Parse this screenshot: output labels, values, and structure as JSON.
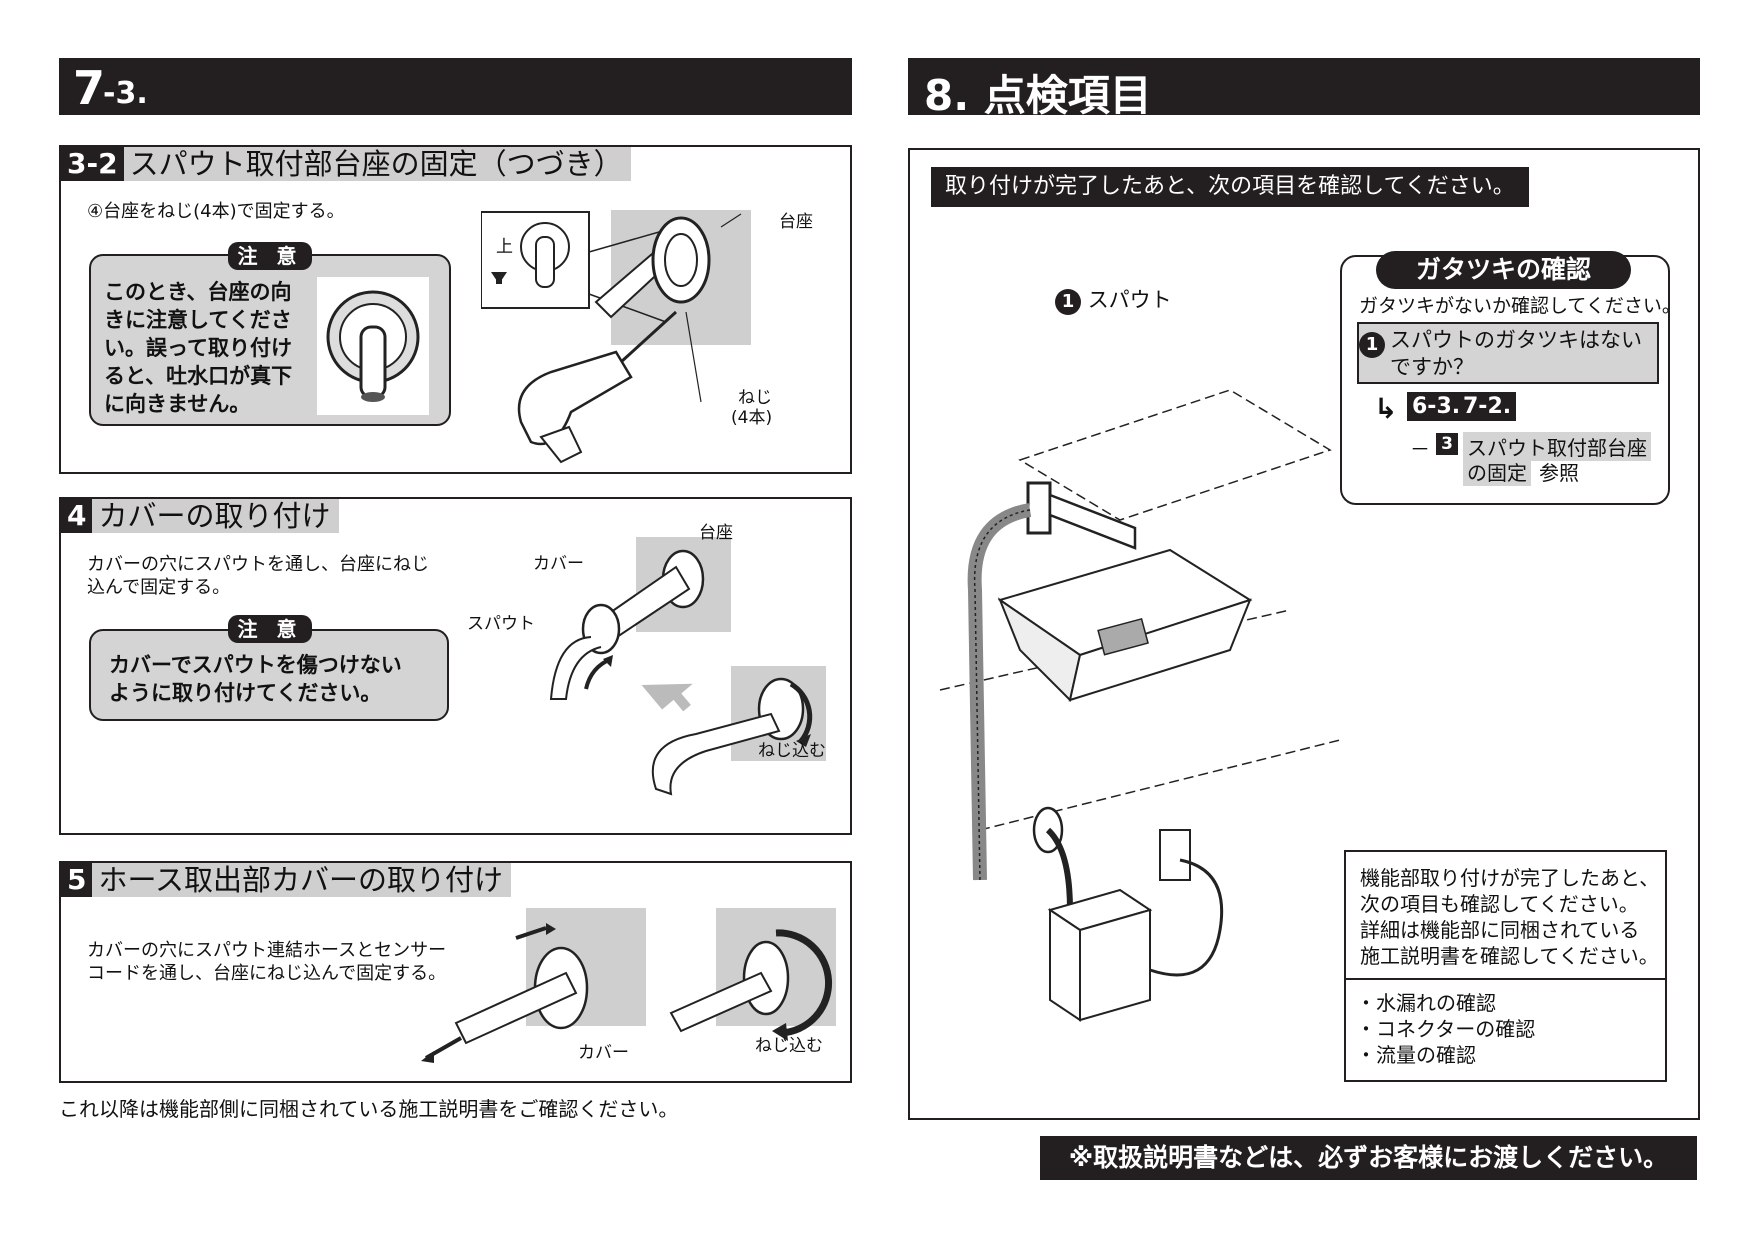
{
  "left": {
    "header_number": "7",
    "header_sub": "-3.",
    "sec1": {
      "num": "3-2",
      "title": "スパウト取付部台座の固定（つづき）",
      "step": "④台座をねじ(4本)で固定する。",
      "caution_tag": "注 意",
      "caution_lines": [
        "このとき、台座の向",
        "きに注意してくださ",
        "い。誤って取り付け",
        "ると、吐水口が真下",
        "に向きません。"
      ],
      "label_daiza": "台座",
      "label_up": "上",
      "label_neji": "ねじ",
      "label_neji_count": "(4本)"
    },
    "sec2": {
      "num": "4",
      "title": "カバーの取り付け",
      "text_lines": [
        "カバーの穴にスパウトを通し、台座にねじ",
        "込んで固定する。"
      ],
      "caution_tag": "注 意",
      "caution_lines": [
        "カバーでスパウトを傷つけない",
        "ように取り付けてください。"
      ],
      "label_daiza": "台座",
      "label_cover": "カバー",
      "label_spout": "スパウト",
      "label_screw_in": "ねじ込む"
    },
    "sec3": {
      "num": "5",
      "title": "ホース取出部カバーの取り付け",
      "text_lines": [
        "カバーの穴にスパウト連結ホースとセンサー",
        "コードを通し、台座にねじ込んで固定する。"
      ],
      "label_cover": "カバー",
      "label_screw_in": "ねじ込む"
    },
    "footer": "これ以降は機能部側に同梱されている施工説明書をご確認ください。"
  },
  "right": {
    "header": "8. 点検項目",
    "banner": "取り付けが完了したあと、次の項目を確認してください。",
    "spout_num": "1",
    "spout_label": "スパウト",
    "check": {
      "title": "ガタツキの確認",
      "subtitle": "ガタツキがないか確認してください。",
      "item_num": "1",
      "item_lines": [
        "スパウトのガタツキはない",
        "ですか？"
      ],
      "ref1": "6-3.",
      "ref2": "7-2.",
      "ref_dash": "－",
      "ref_num": "3",
      "ref_text1": "スパウト取付部台座",
      "ref_text2": "の固定",
      "ref_suffix": "参照"
    },
    "info": {
      "top_lines": [
        "機能部取り付けが完了したあと、",
        "次の項目も確認してください。",
        "詳細は機能部に同梱されている",
        "施工説明書を確認してください。"
      ],
      "items": [
        "・水漏れの確認",
        "・コネクターの確認",
        "・流量の確認"
      ]
    },
    "bottom_banner": "※取扱説明書などは、必ずお客様にお渡しください。"
  }
}
